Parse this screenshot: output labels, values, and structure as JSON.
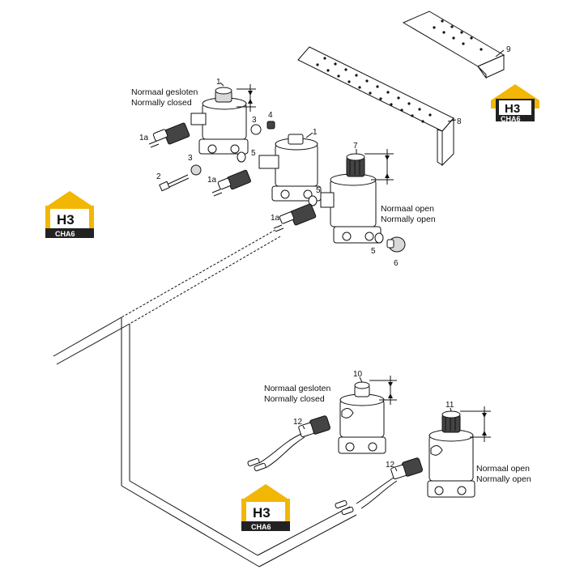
{
  "labels": {
    "nc1_nl": "Normaal gesloten",
    "nc1_en": "Normally closed",
    "no1_nl": "Normaal open",
    "no1_en": "Normally open",
    "nc2_nl": "Normaal gesloten",
    "nc2_en": "Normally closed",
    "no2_nl": "Normaal open",
    "no2_en": "Normally open"
  },
  "callouts": {
    "c1a": "1",
    "c1b": "1",
    "c1a_conn_a": "1a",
    "c1a_conn_b": "1a",
    "c1a_conn_c": "1a",
    "c2": "2",
    "c3a": "3",
    "c3b": "3",
    "c4": "4",
    "c5a": "5",
    "c5b": "5",
    "c5c": "5",
    "c6": "6",
    "c7": "7",
    "c8": "8",
    "c9": "9",
    "c10": "10",
    "c11": "11",
    "c12a": "12",
    "c12b": "12"
  },
  "watermark": {
    "top": "H3",
    "bottom": "CHA6",
    "accent_color": "#f2b705"
  }
}
